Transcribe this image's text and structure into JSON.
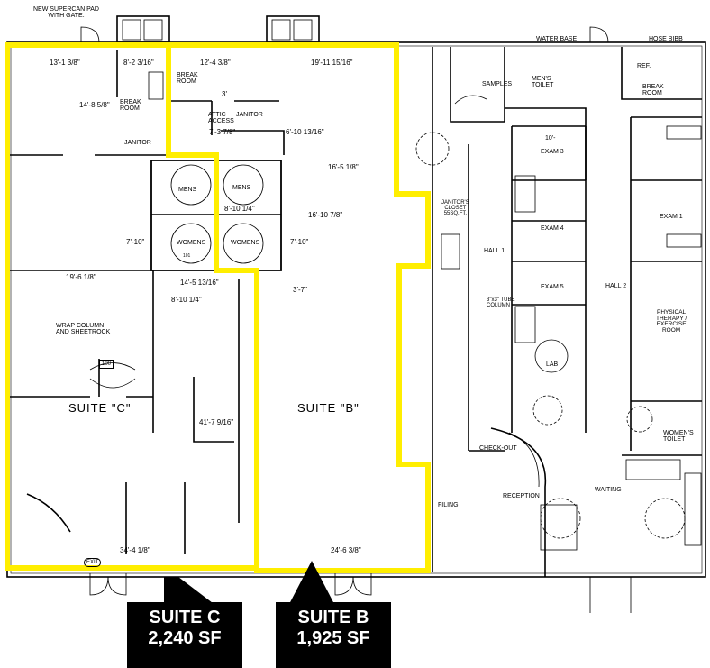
{
  "notes": {
    "supercan": "NEW SUPERCAN PAD\nWITH GATE.",
    "water_base": "WATER BASE",
    "hose_bibb": "HOSE BIBB",
    "wrap_column": "WRAP COLUMN\nAND SHEETROCK",
    "column": "3\"x3\" TUBE\nCOLUMN"
  },
  "rooms": {
    "break_room_left": "BREAK\nROOM",
    "break_room_top": "BREAK\nROOM",
    "attic_access": "ATTIC\nACCESS",
    "janitor_top": "JANITOR",
    "janitor_left": "JANITOR",
    "mens_left": "MENS",
    "mens_right": "MENS",
    "womens_left": "WOMENS",
    "womens_right": "WOMENS",
    "samples": "SAMPLES",
    "mens_toilet": "MEN'S\nTOILET",
    "break_room_right": "BREAK\nROOM",
    "ref": "REF.",
    "exam_3": "EXAM 3",
    "exam_4": "EXAM 4",
    "exam_5": "EXAM 5",
    "exam_1": "EXAM 1",
    "janitors_closet": "JANITOR'S\nCLOSET\n55SQ.FT.",
    "hall_1": "HALL 1",
    "hall_2": "HALL 2",
    "physical_therapy": "PHYSICAL\nTHERAPY /\nEXERCISE\nROOM",
    "lab": "LAB",
    "womens_toilet": "WOMEN'S\nTOILET",
    "check_out": "CHECK-OUT",
    "reception": "RECEPTION",
    "waiting": "WAITING",
    "filing": "FILING"
  },
  "dimensions": {
    "d1": "13'-1 3/8\"",
    "d2": "8'-2 3/16\"",
    "d3": "12'-4 3/8\"",
    "d4": "19'-11 15/16\"",
    "d5": "14'-8 5/8\"",
    "d6": "3'",
    "d7": "7'-3 7/8\"",
    "d8": "6'-10 13/16\"",
    "d9": "16'-5 1/8\"",
    "d10": "8'-10 1/4\"",
    "d11": "16'-10 7/8\"",
    "d12": "7'-10\"",
    "d13": "7'-10\"",
    "d14": "19'-6 1/8\"",
    "d15": "14'-5 13/16\"",
    "d16": "8'-10 1/4\"",
    "d17": "3'-7\"",
    "d18": "41'-7 9/16\"",
    "d19": "34'-4 1/8\"",
    "d20": "24'-6 3/8\"",
    "d21": "10'-"
  },
  "suites": {
    "c_inner": "SUITE \"C\"",
    "b_inner": "SUITE \"B\"",
    "c_name": "SUITE C",
    "c_area": "2,240 SF",
    "b_name": "SUITE B",
    "b_area": "1,925 SF"
  },
  "tags": {
    "exit": "EXIT",
    "t100": "100",
    "t101": "101"
  },
  "colors": {
    "highlight": "#ffee00",
    "line": "#000000",
    "callout_bg": "#000000",
    "callout_text": "#ffffff"
  }
}
